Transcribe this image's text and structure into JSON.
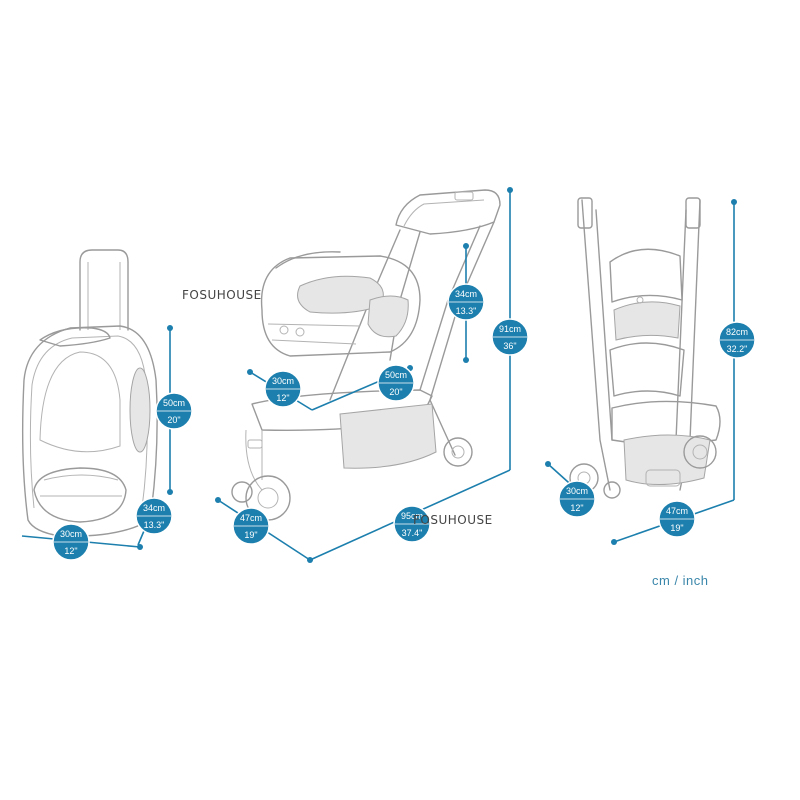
{
  "watermarks": [
    "FOSUHOUSE",
    "FOSUHOUSE"
  ],
  "unit_legend": "cm / inch",
  "colors": {
    "dimension": "#1c7fad",
    "sketch": "#9a9a9a"
  },
  "products": [
    {
      "name": "backpack-carrier",
      "dimensions": [
        {
          "id": "backpack-height",
          "metric": "50cm",
          "imperial": "20\""
        },
        {
          "id": "backpack-depth",
          "metric": "34cm",
          "imperial": "13.3\""
        },
        {
          "id": "backpack-width",
          "metric": "30cm",
          "imperial": "12\""
        }
      ]
    },
    {
      "name": "stroller-assembled",
      "dimensions": [
        {
          "id": "carrier-height",
          "metric": "34cm",
          "imperial": "13.3\""
        },
        {
          "id": "stroller-height",
          "metric": "91cm",
          "imperial": "36\""
        },
        {
          "id": "carrier-width",
          "metric": "30cm",
          "imperial": "12\""
        },
        {
          "id": "carrier-length",
          "metric": "50cm",
          "imperial": "20\""
        },
        {
          "id": "stroller-width",
          "metric": "47cm",
          "imperial": "19\""
        },
        {
          "id": "stroller-length",
          "metric": "95cm",
          "imperial": "37.4\""
        }
      ]
    },
    {
      "name": "stroller-frame",
      "dimensions": [
        {
          "id": "frame-height",
          "metric": "82cm",
          "imperial": "32.2\""
        },
        {
          "id": "frame-depth",
          "metric": "30cm",
          "imperial": "12\""
        },
        {
          "id": "frame-width",
          "metric": "47cm",
          "imperial": "19\""
        }
      ]
    }
  ]
}
